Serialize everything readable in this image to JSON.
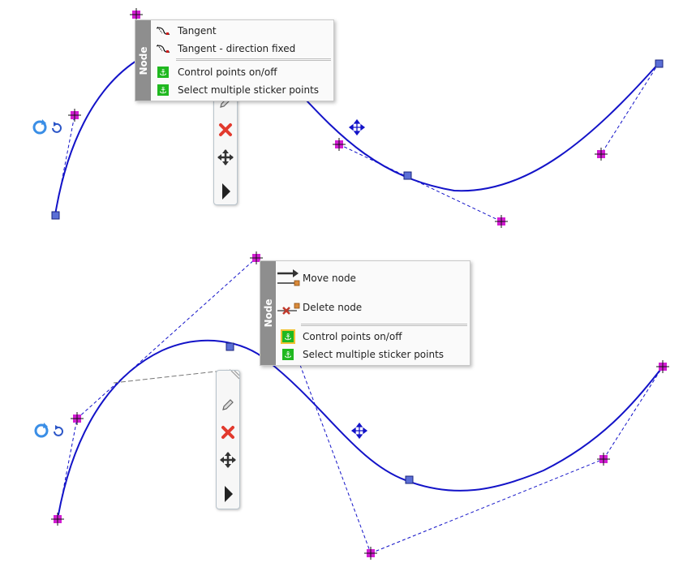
{
  "menu_top": {
    "side_label": "Node",
    "items": [
      {
        "label": "Tangent",
        "icon": "tangent-icon"
      },
      {
        "label": "Tangent - direction fixed",
        "icon": "tangent-fixed-icon"
      },
      {
        "label": "Control points on/off",
        "icon": "anchor-icon"
      },
      {
        "label": "Select multiple sticker points",
        "icon": "anchor-icon"
      }
    ]
  },
  "menu_bottom": {
    "side_label": "Node",
    "items": [
      {
        "label": "Move node",
        "icon": "move-node-icon"
      },
      {
        "label": "Delete node",
        "icon": "delete-node-icon"
      },
      {
        "label": "Control points on/off",
        "icon": "anchor-icon"
      },
      {
        "label": "Select multiple sticker points",
        "icon": "anchor-icon"
      }
    ]
  },
  "toolbar_icons": [
    "pencil-icon",
    "delete-icon",
    "move-icon",
    "play-icon"
  ],
  "colors": {
    "curve": "#1313c8",
    "control_point": "#d21dd2",
    "node": "#5b6fd6",
    "delete": "#e23a2e"
  }
}
